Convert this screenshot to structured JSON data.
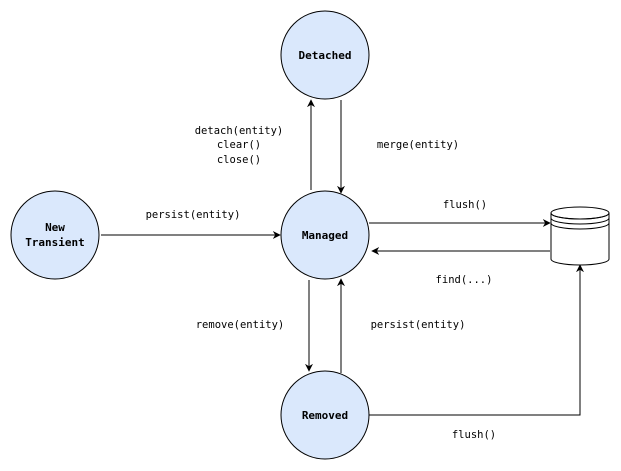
{
  "colors": {
    "node_fill": "#dae8fc",
    "stroke": "#000000",
    "db_fill": "#ffffff"
  },
  "states": {
    "detached": "Detached",
    "new_transient_line1": "New",
    "new_transient_line2": "Transient",
    "managed": "Managed",
    "removed": "Removed"
  },
  "database": {
    "icon": "database-icon"
  },
  "edges": {
    "detach_line1": "detach(entity)",
    "detach_line2": "clear()",
    "detach_line3": "close()",
    "merge": "merge(entity)",
    "persist_new": "persist(entity)",
    "flush_managed": "flush()",
    "find": "find(...)",
    "remove": "remove(entity)",
    "persist_removed": "persist(entity)",
    "flush_removed": "flush()"
  }
}
